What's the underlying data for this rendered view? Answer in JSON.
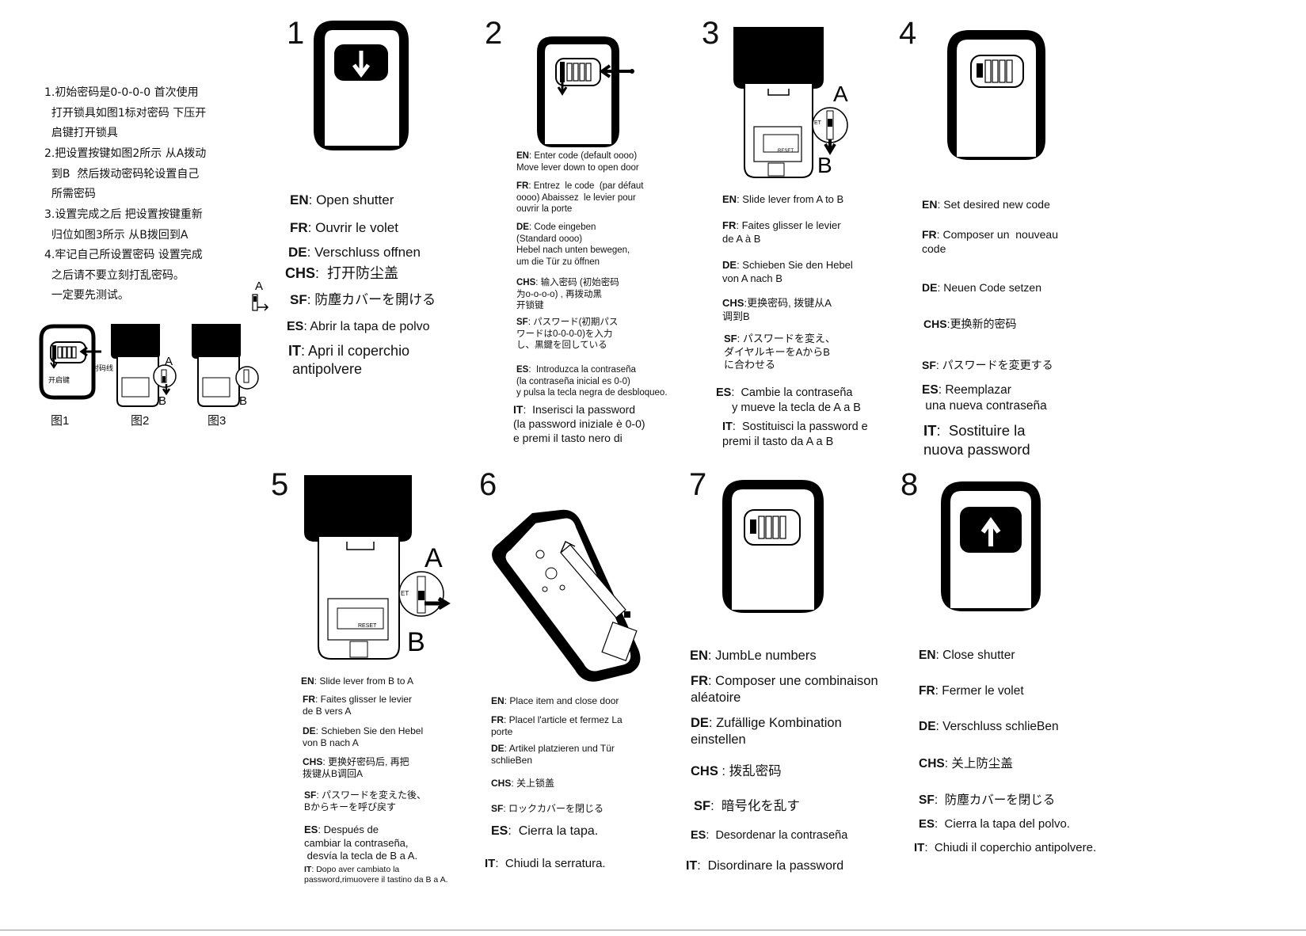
{
  "chinese_instructions": {
    "items": [
      "1.初始密码是0-0-0-0 首次使用\n  打开锁具如图1标对密码 下压开\n  启键打开锁具",
      "2.把设置按键如图2所示 从A拨动\n  到B  然后拨动密码轮设置自己\n  所需密码",
      "3.设置完成之后 把设置按键重新\n  归位如图3所示 从B拨回到A",
      "4.牢记自己所设置密码 设置完成\n  之后请不要立刻打乱密码。\n  一定要先测试。"
    ],
    "fig_labels": [
      "图1",
      "图2",
      "图3"
    ],
    "callouts": {
      "open_key": "开启键",
      "align_line": "对码线",
      "a": "A",
      "b": "B"
    }
  },
  "steps": [
    {
      "num": "1",
      "lines": [
        {
          "tag": "EN",
          "sep": ": ",
          "text": "Open shutter"
        },
        {
          "tag": "FR",
          "sep": ": ",
          "text": "Ouvrir le volet"
        },
        {
          "tag": "DE",
          "sep": ": ",
          "text": "Verschluss offnen"
        },
        {
          "tag": "CHS",
          "sep": ":  ",
          "text": "打开防尘盖"
        },
        {
          "tag": "SF",
          "sep": ": ",
          "text": "防塵カバーを開ける"
        },
        {
          "tag": "ES",
          "sep": ": ",
          "text": "Abrir la tapa de polvo"
        },
        {
          "tag": "IT",
          "sep": ": ",
          "text": "Apri il coperchio\n antipolvere"
        }
      ]
    },
    {
      "num": "2",
      "lines": [
        {
          "tag": "EN",
          "sep": ": ",
          "text": "Enter code (default oooo)\nMove lever down to open door"
        },
        {
          "tag": "FR",
          "sep": ": ",
          "text": "Entrez  le code  (par défaut\noooo) Abaissez  le levier pour\nouvrir la porte"
        },
        {
          "tag": "DE",
          "sep": ": ",
          "text": "Code eingeben\n(Standard oooo)\nHebel nach unten bewegen,\num die Tür zu öffnen"
        },
        {
          "tag": "CHS",
          "sep": ": ",
          "text": "输入密码 (初始密码\n为o-o-o-o) , 再拨动黑\n开锁键"
        },
        {
          "tag": "SF",
          "sep": ": ",
          "text": "パスワード(初期パス\nワードは0-0-0-0)を入力\nし、黒鍵を回している"
        },
        {
          "tag": "ES",
          "sep": ":  ",
          "text": "Introduzca la contraseña\n(la contraseña inicial es 0-0)\ny pulsa la tecla negra de desbloqueo."
        },
        {
          "tag": "IT",
          "sep": ":  ",
          "text": "Inserisci la password\n(la password iniziale è 0-0)\ne premi il tasto nero di"
        }
      ]
    },
    {
      "num": "3",
      "lines": [
        {
          "tag": "EN",
          "sep": ": ",
          "text": "Slide lever from A to B"
        },
        {
          "tag": "FR",
          "sep": ": ",
          "text": "Faites glisser le levier\nde A à B"
        },
        {
          "tag": "DE",
          "sep": ": ",
          "text": "Schieben Sie den Hebel\nvon A nach B"
        },
        {
          "tag": "CHS",
          "sep": ":",
          "text": "更换密码, 拨键从A\n调到B"
        },
        {
          "tag": "SF",
          "sep": ": ",
          "text": "パスワードを変え、\nダイヤルキーをAからB\nに合わせる"
        },
        {
          "tag": "ES",
          "sep": ":  ",
          "text": "Cambie la contraseña\n     y mueve la tecla de A a B"
        },
        {
          "tag": "IT",
          "sep": ":  ",
          "text": "Sostituisci la password e\npremi il tasto da A a B"
        }
      ]
    },
    {
      "num": "4",
      "lines": [
        {
          "tag": "EN",
          "sep": ": ",
          "text": "Set desired new code"
        },
        {
          "tag": "FR",
          "sep": ": ",
          "text": "Composer un  nouveau\ncode"
        },
        {
          "tag": "DE",
          "sep": ": ",
          "text": "Neuen Code setzen"
        },
        {
          "tag": "CHS",
          "sep": ":",
          "text": "更换新的密码"
        },
        {
          "tag": "SF",
          "sep": ": ",
          "text": "パスワードを変更する"
        },
        {
          "tag": "ES",
          "sep": ": ",
          "text": "Reemplazar\n una nueva contraseña"
        },
        {
          "tag": "IT",
          "sep": ":  ",
          "text": "Sostituire la\nnuova password"
        }
      ]
    },
    {
      "num": "5",
      "lines": [
        {
          "tag": "EN",
          "sep": ": ",
          "text": "Slide lever from B to A"
        },
        {
          "tag": "FR",
          "sep": ": ",
          "text": "Faites glisser le levier\nde B vers A"
        },
        {
          "tag": "DE",
          "sep": ": ",
          "text": "Schieben Sie den Hebel\nvon B nach A"
        },
        {
          "tag": "CHS",
          "sep": ": ",
          "text": "更换好密码后, 再把\n拨键从B调回A"
        },
        {
          "tag": "SF",
          "sep": ": ",
          "text": "パスワードを変えた後、\nBからキーを呼び戻す"
        },
        {
          "tag": "ES",
          "sep": ": ",
          "text": "Después de\ncambiar la contraseña,\n desvía la tecla de B a A."
        },
        {
          "tag": "IT",
          "sep": ": ",
          "text": "Dopo aver cambiato la\npassword,rimuovere il tastino da B a A."
        }
      ]
    },
    {
      "num": "6",
      "lines": [
        {
          "tag": "EN",
          "sep": ": ",
          "text": "Place item and close door"
        },
        {
          "tag": "FR",
          "sep": ": ",
          "text": "Placel l'article et fermez La\nporte"
        },
        {
          "tag": "DE",
          "sep": ": ",
          "text": "Artikel platzieren und Tür\nschlieBen"
        },
        {
          "tag": "CHS",
          "sep": ": ",
          "text": "关上锁盖"
        },
        {
          "tag": "SF",
          "sep": ": ",
          "text": "ロックカバーを閉じる"
        },
        {
          "tag": "ES",
          "sep": ":  ",
          "text": "Cierra la tapa."
        },
        {
          "tag": "IT",
          "sep": ":  ",
          "text": "Chiudi la serratura."
        }
      ]
    },
    {
      "num": "7",
      "lines": [
        {
          "tag": "EN",
          "sep": ": ",
          "text": "JumbLe numbers"
        },
        {
          "tag": "FR",
          "sep": ": ",
          "text": "Composer une combinaison\naléatoire"
        },
        {
          "tag": "DE",
          "sep": ": ",
          "text": "Zufällige Kombination\neinstellen"
        },
        {
          "tag": "CHS",
          "sep": " : ",
          "text": "拨乱密码"
        },
        {
          "tag": "SF",
          "sep": ":  ",
          "text": "暗号化を乱す"
        },
        {
          "tag": "ES",
          "sep": ":  ",
          "text": "Desordenar la contraseña"
        },
        {
          "tag": "IT",
          "sep": ":  ",
          "text": "Disordinare la password"
        }
      ]
    },
    {
      "num": "8",
      "lines": [
        {
          "tag": "EN",
          "sep": ": ",
          "text": "Close shutter"
        },
        {
          "tag": "FR",
          "sep": ": ",
          "text": "Fermer le volet"
        },
        {
          "tag": "DE",
          "sep": ": ",
          "text": "Verschluss schlieBen"
        },
        {
          "tag": "CHS",
          "sep": ": ",
          "text": "关上防尘盖"
        },
        {
          "tag": "SF",
          "sep": ":  ",
          "text": "防塵カバーを閉じる"
        },
        {
          "tag": "ES",
          "sep": ":  ",
          "text": "Cierra la tapa del polvo."
        },
        {
          "tag": "IT",
          "sep": ":  ",
          "text": "Chiudi il coperchio antipolvere."
        }
      ]
    }
  ],
  "diagram_labels": {
    "a": "A",
    "b": "B",
    "reset": "RESET",
    "et": "ET"
  }
}
